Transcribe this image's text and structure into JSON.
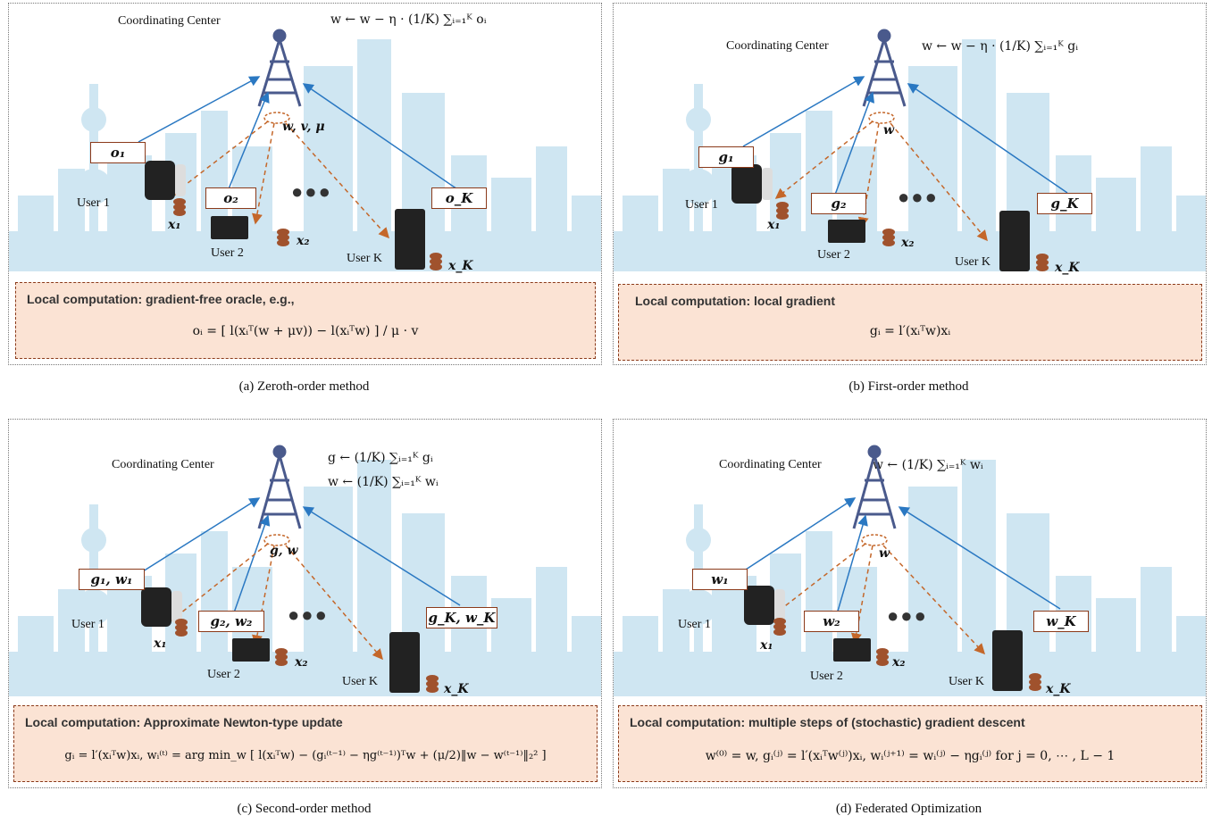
{
  "panels": [
    {
      "caption": "(a) Zeroth-order method",
      "center_label": "Coordinating Center",
      "update_formula": "w ← w − η · (1/K) ∑ᵢ₌₁ᴷ oᵢ",
      "broadcast_label": "w, v, μ",
      "user_labels": [
        "User 1",
        "User 2",
        "User K"
      ],
      "data_labels": [
        "x₁",
        "x₂",
        "x_K"
      ],
      "messages": [
        "o₁",
        "o₂",
        "o_K"
      ],
      "local_title": "Local computation: gradient-free oracle, e.g.,",
      "local_formula": "oᵢ = [ l(xᵢᵀ(w + μv)) − l(xᵢᵀw) ] / μ · v"
    },
    {
      "caption": "(b) First-order method",
      "center_label": "Coordinating Center",
      "update_formula": "w ← w − η · (1/K) ∑ᵢ₌₁ᴷ gᵢ",
      "broadcast_label": "w",
      "user_labels": [
        "User 1",
        "User 2",
        "User K"
      ],
      "data_labels": [
        "x₁",
        "x₂",
        "x_K"
      ],
      "messages": [
        "g₁",
        "g₂",
        "g_K"
      ],
      "local_title": "Local computation: local gradient",
      "local_formula": "gᵢ = l′(xᵢᵀw)xᵢ"
    },
    {
      "caption": "(c) Second-order method",
      "center_label": "Coordinating Center",
      "update_formula": "g ← (1/K) ∑ᵢ₌₁ᴷ gᵢ",
      "update_formula_2": "w ← (1/K) ∑ᵢ₌₁ᴷ wᵢ",
      "broadcast_label": "g, w",
      "user_labels": [
        "User 1",
        "User 2",
        "User K"
      ],
      "data_labels": [
        "x₁",
        "x₂",
        "x_K"
      ],
      "messages": [
        "g₁, w₁",
        "g₂, w₂",
        "g_K, w_K"
      ],
      "local_title": "Local computation: Approximate Newton-type update",
      "local_formula": "gᵢ = l′(xᵢᵀw)xᵢ, wᵢ⁽ᵗ⁾ = arg min_w [ l(xᵢᵀw) − (gᵢ⁽ᵗ⁻¹⁾ − ηg⁽ᵗ⁻¹⁾)ᵀw + (μ/2)‖w − w⁽ᵗ⁻¹⁾‖₂² ]"
    },
    {
      "caption": "(d) Federated Optimization",
      "center_label": "Coordinating Center",
      "update_formula": "w ← (1/K) ∑ᵢ₌₁ᴷ wᵢ",
      "broadcast_label": "w",
      "user_labels": [
        "User 1",
        "User 2",
        "User K"
      ],
      "data_labels": [
        "x₁",
        "x₂",
        "x_K"
      ],
      "messages": [
        "w₁",
        "w₂",
        "w_K"
      ],
      "local_title": "Local computation: multiple steps of (stochastic) gradient descent",
      "local_formula": "w⁽⁰⁾ = w, gᵢ⁽ʲ⁾ = l′(xᵢᵀw⁽ʲ⁾)xᵢ, wᵢ⁽ʲ⁺¹⁾ = wᵢ⁽ʲ⁾ − ηgᵢ⁽ʲ⁾ for j = 0, ⋯ , L − 1"
    }
  ],
  "colors": {
    "skyline": "#cfe6f2",
    "tower": "#4a5a8c",
    "uplink": "#2a78c2",
    "downlink": "#c4672a",
    "message_border": "#8b3a1a",
    "compute_fill": "#fbe3d4"
  }
}
